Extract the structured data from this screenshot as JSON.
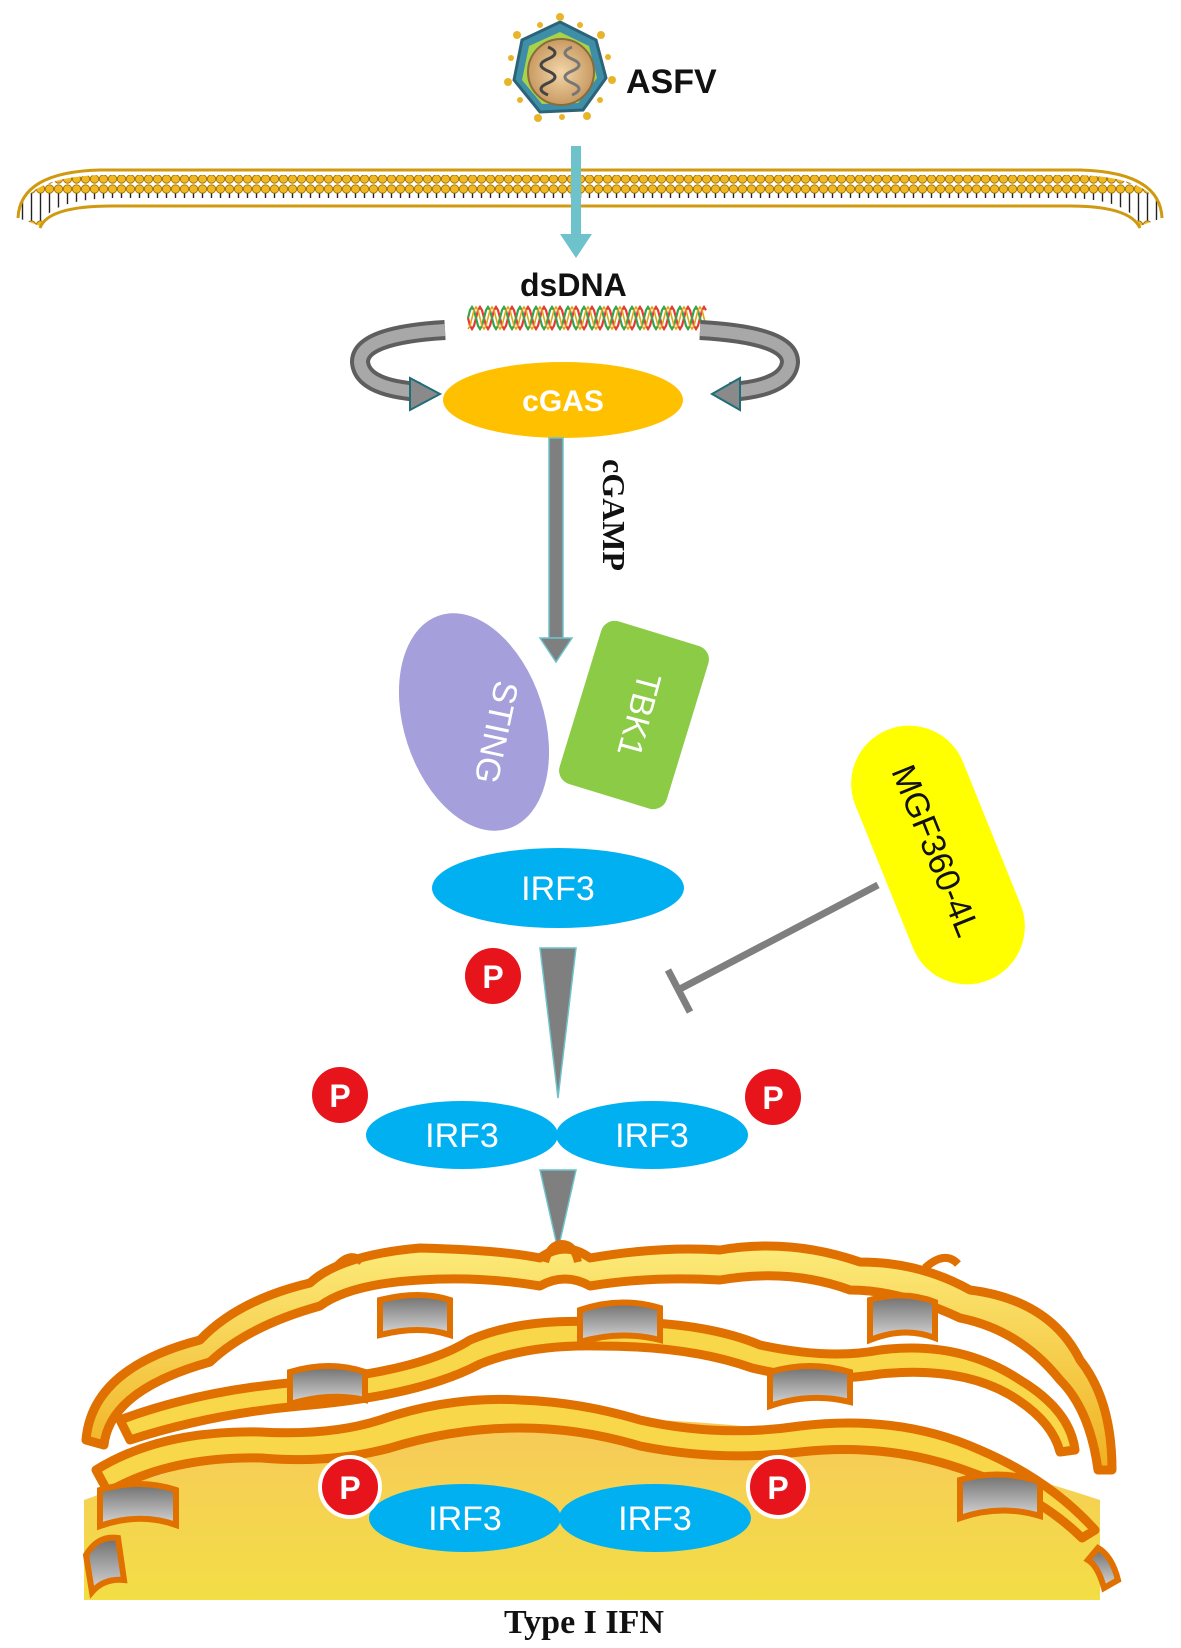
{
  "virus_label": "ASFV",
  "dsdna_label": "dsDNA",
  "cgas_label": "cGAS",
  "cgamp_label": "cGAMP",
  "sting_label": "STING",
  "tbk1_label": "TBK1",
  "irf3_label": "IRF3",
  "phospho_label": "P",
  "inhibitor_label": "MGF360-4L",
  "output_label": "Type I IFN",
  "colors": {
    "cgas": "#FFC000",
    "sting": "#A59FDB",
    "tbk1": "#8CCB45",
    "irf3": "#00B0F0",
    "phospho": "#E8141C",
    "inhibitor": "#FFFF00",
    "arrow_teal": "#6DC2CC",
    "arrow_grey": "#7F7F7F",
    "er_orange": "#E07000",
    "er_fill": "#F5D040"
  }
}
